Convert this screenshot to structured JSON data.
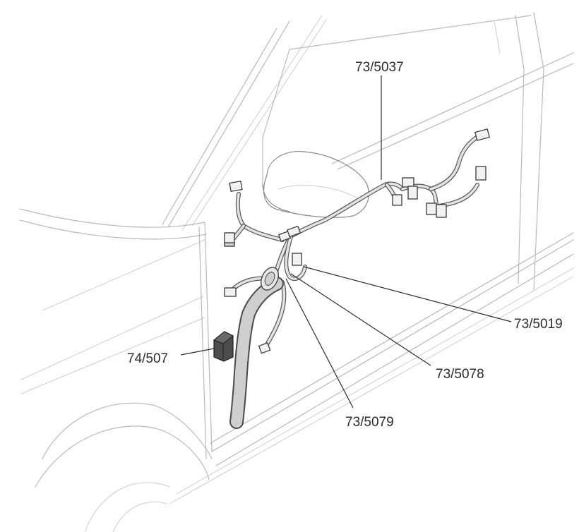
{
  "labels": {
    "callout_top": "73/5037",
    "callout_right_1": "73/5019",
    "callout_right_2": "73/5078",
    "callout_bottom": "73/5079",
    "callout_left": "74/507"
  },
  "colors": {
    "label_text": "#2b2b2b",
    "body_lines": "#b9b9b9",
    "harness_fill": "#e3e3e3",
    "harness_outline": "#555555",
    "highlighted_part": "#4d4d4d"
  }
}
